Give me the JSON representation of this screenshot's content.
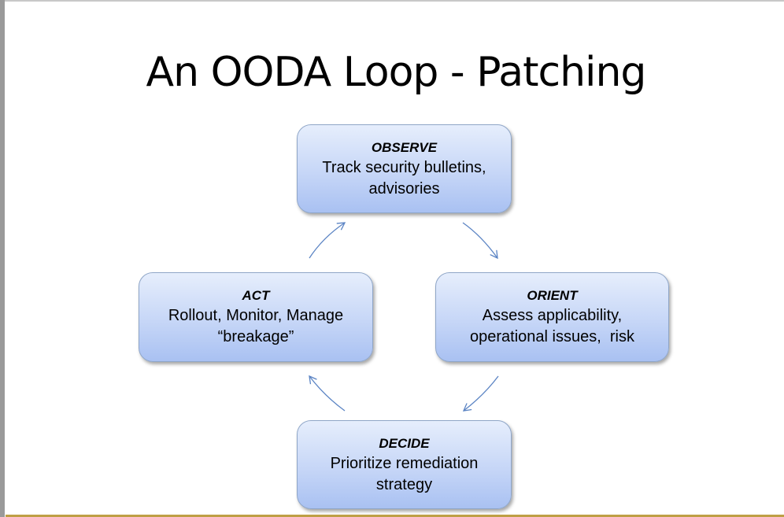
{
  "slide": {
    "title": "An OODA Loop - Patching",
    "accent_color": "#bf9f45",
    "node_fill_top": "#e6eefc",
    "node_fill_bottom": "#a9c1f2",
    "arrow_color": "#5b84c4"
  },
  "nodes": {
    "observe": {
      "heading": "OBSERVE",
      "line1": "Track security bulletins,",
      "line2": "advisories"
    },
    "orient": {
      "heading": "ORIENT",
      "line1": "Assess applicability,",
      "line2": "operational issues,  risk"
    },
    "decide": {
      "heading": "DECIDE",
      "line1": "Prioritize remediation",
      "line2": "strategy"
    },
    "act": {
      "heading": "ACT",
      "line1": "Rollout, Monitor, Manage",
      "line2": "“breakage”"
    }
  },
  "arrows": [
    {
      "from": "observe",
      "to": "orient"
    },
    {
      "from": "orient",
      "to": "decide"
    },
    {
      "from": "decide",
      "to": "act"
    },
    {
      "from": "act",
      "to": "observe"
    }
  ]
}
